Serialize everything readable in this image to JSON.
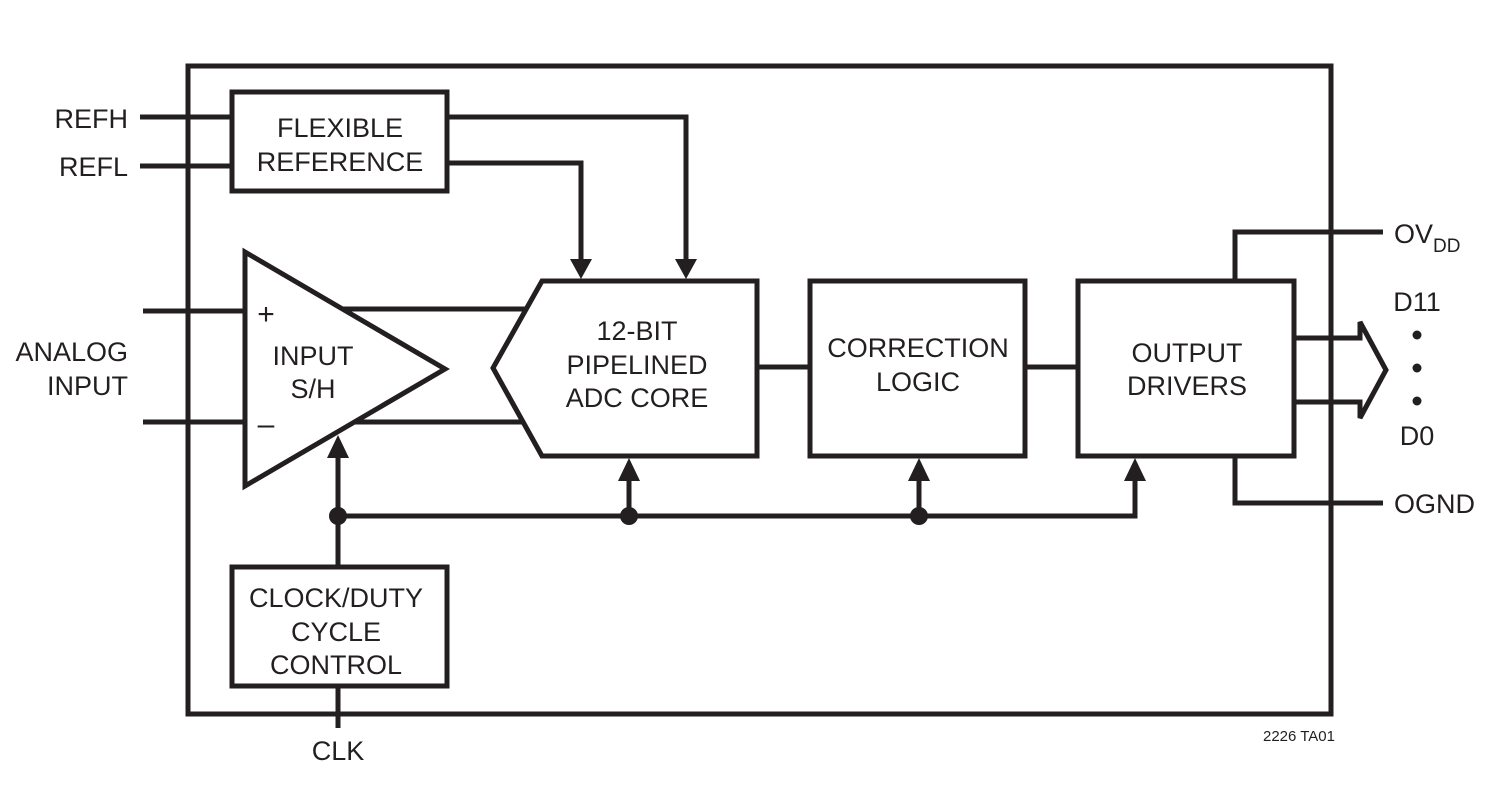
{
  "pins": {
    "refh": "REFH",
    "refl": "REFL",
    "analog_input": [
      "ANALOG",
      "INPUT"
    ],
    "clk": "CLK",
    "ovdd_main": "OV",
    "ovdd_sub": "DD",
    "d11": "D11",
    "d0": "D0",
    "ognd": "OGND"
  },
  "blocks": {
    "flexible_reference": [
      "FLEXIBLE",
      "REFERENCE"
    ],
    "input_sh": [
      "INPUT",
      "S/H"
    ],
    "adc_core": [
      "12-BIT",
      "PIPELINED",
      "ADC CORE"
    ],
    "correction_logic": [
      "CORRECTION",
      "LOGIC"
    ],
    "output_drivers": [
      "OUTPUT",
      "DRIVERS"
    ],
    "clock_control": [
      "CLOCK/DUTY",
      "CYCLE",
      "CONTROL"
    ]
  },
  "signs": {
    "plus": "+",
    "minus": "–"
  },
  "figure_id": "2226 TA01",
  "colors": {
    "stroke": "#231f20",
    "background": "#ffffff"
  }
}
